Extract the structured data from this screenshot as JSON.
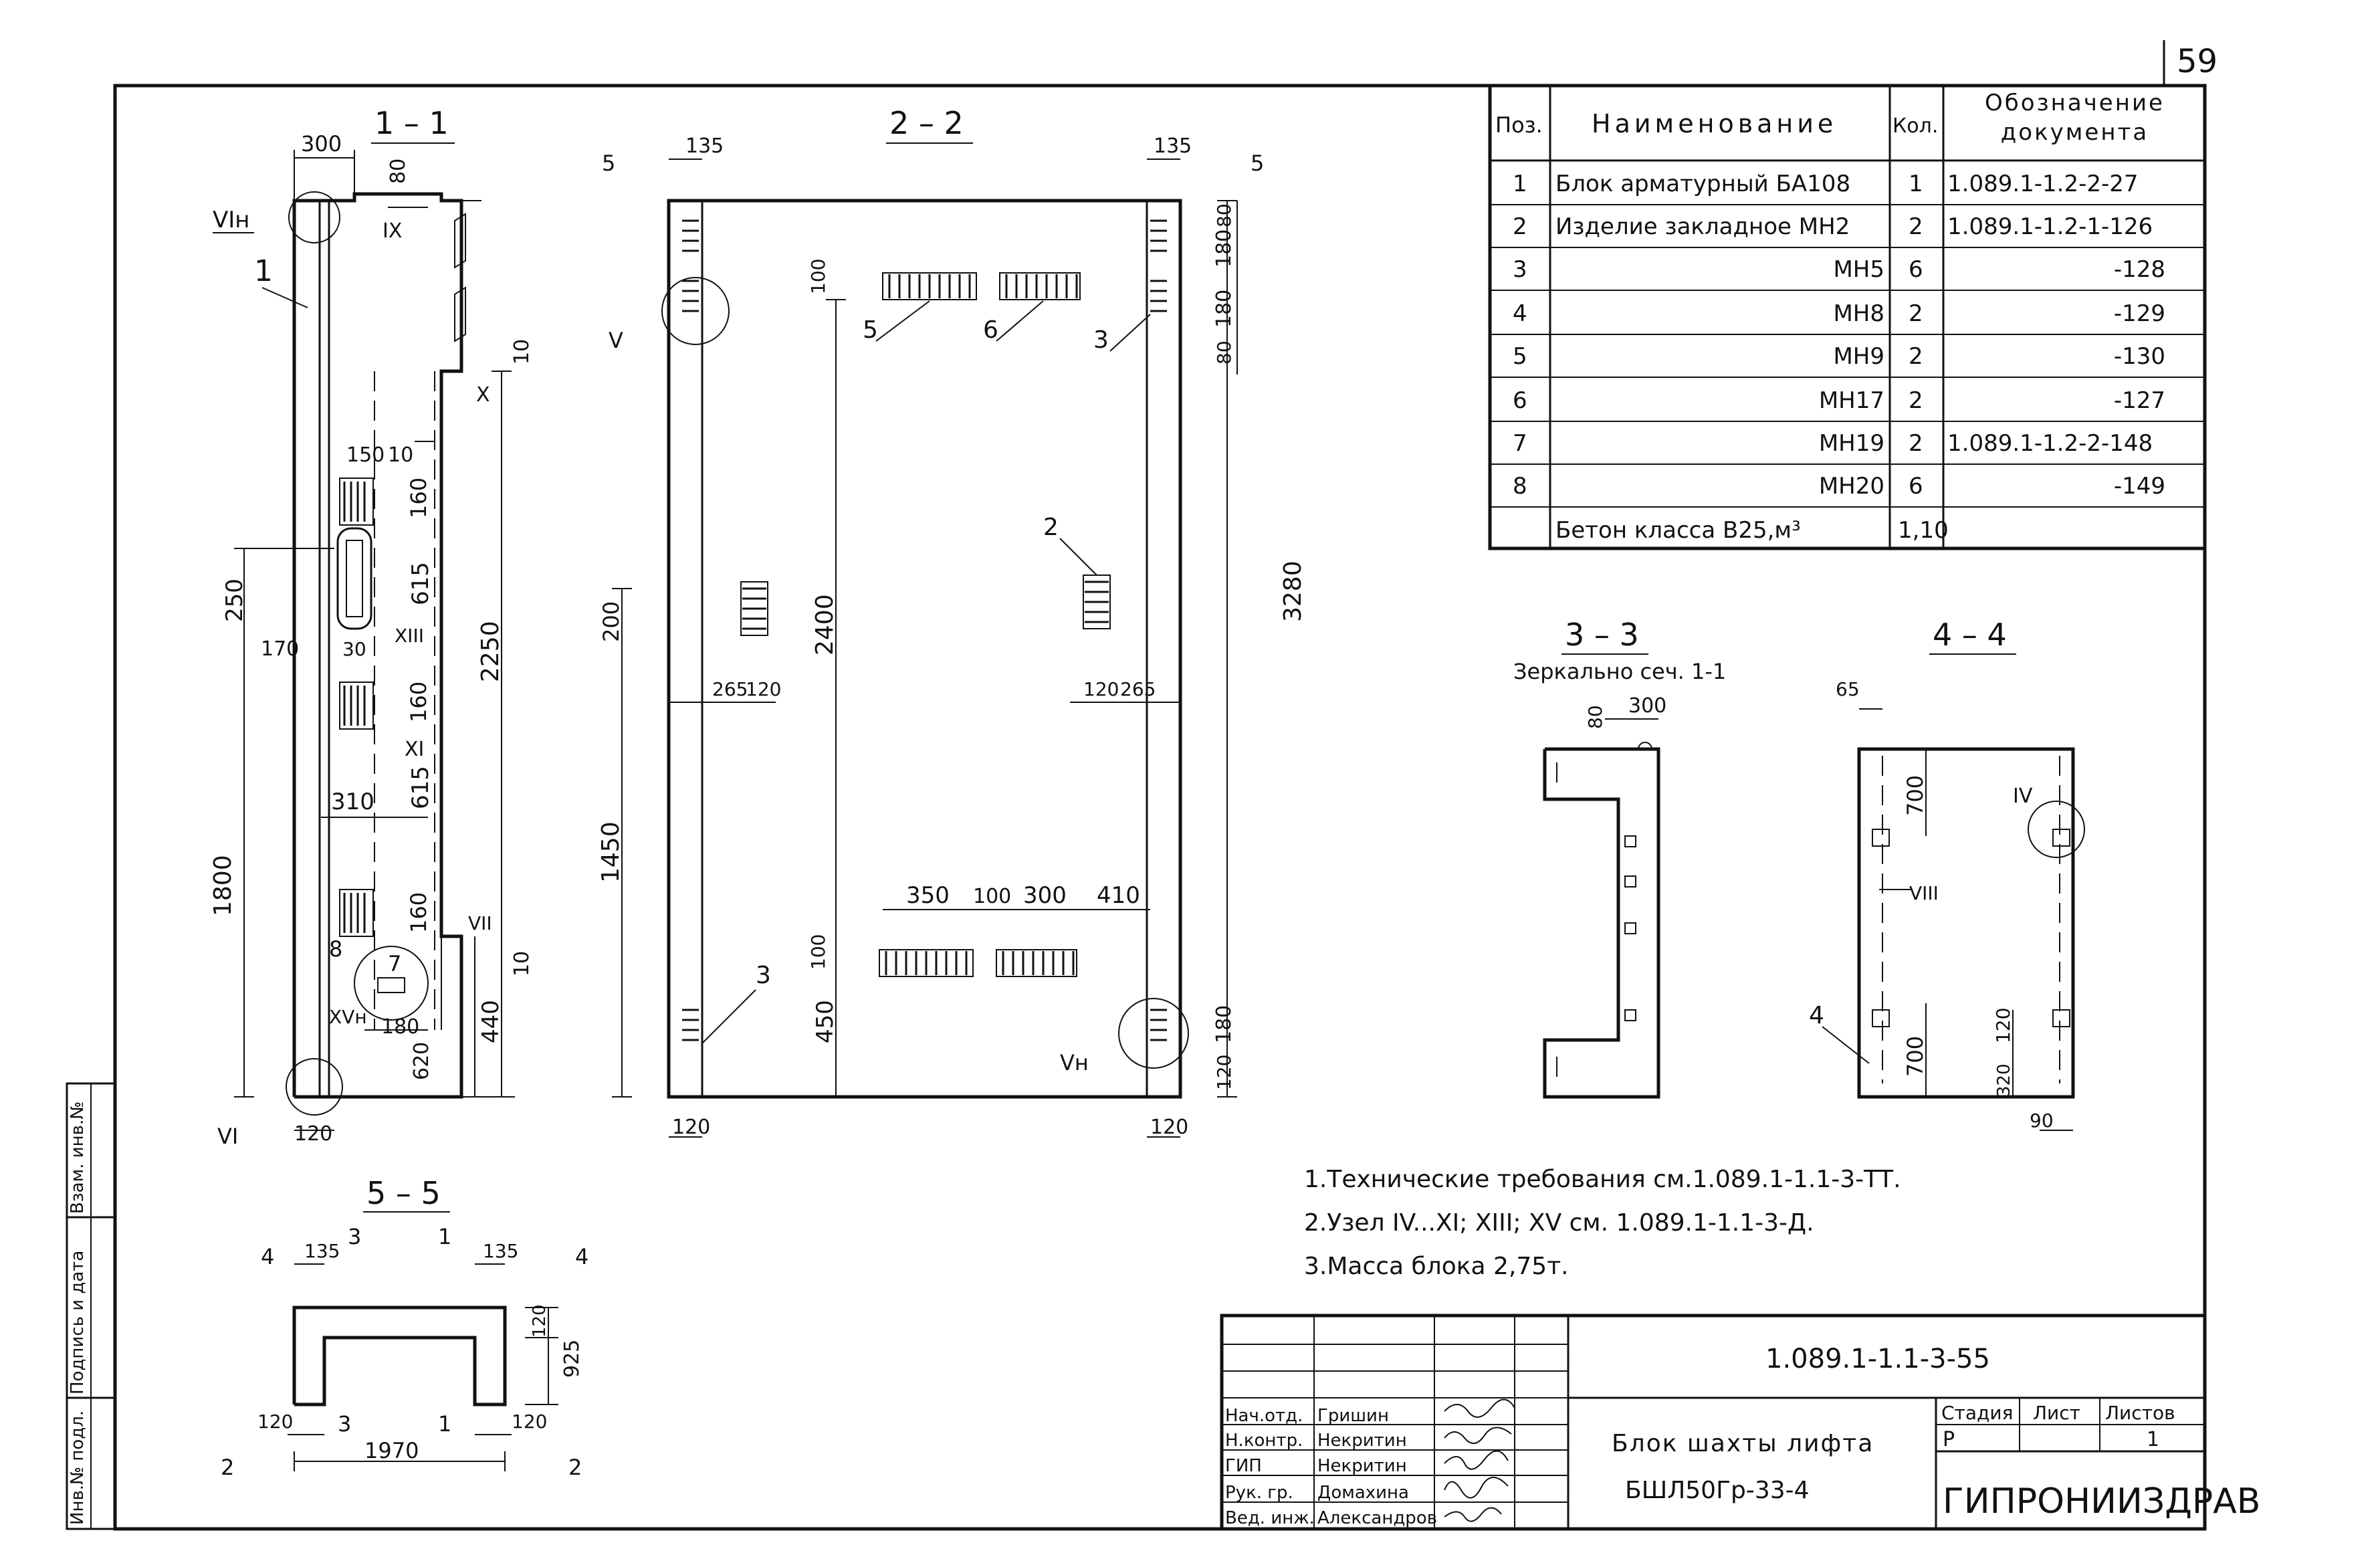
{
  "sheet_number": "59",
  "spec_table": {
    "headers": {
      "pos": "Поз.",
      "name": "Наименование",
      "qty": "Кол.",
      "doc": "Обозначение документа"
    },
    "rows": [
      {
        "pos": "1",
        "name": "Блок арматурный БА108",
        "qty": "1",
        "doc": "1.089.1-1.2-2-27"
      },
      {
        "pos": "2",
        "name": "Изделие закладное МН2",
        "qty": "2",
        "doc": "1.089.1-1.2-1-126"
      },
      {
        "pos": "3",
        "name": "МН5",
        "qty": "6",
        "doc": "-128"
      },
      {
        "pos": "4",
        "name": "МН8",
        "qty": "2",
        "doc": "-129"
      },
      {
        "pos": "5",
        "name": "МН9",
        "qty": "2",
        "doc": "-130"
      },
      {
        "pos": "6",
        "name": "МН17",
        "qty": "2",
        "doc": "-127"
      },
      {
        "pos": "7",
        "name": "МН19",
        "qty": "2",
        "doc": "1.089.1-1.2-2-148"
      },
      {
        "pos": "8",
        "name": "МН20",
        "qty": "6",
        "doc": "-149"
      },
      {
        "pos": "",
        "name": "Бетон класса В25,м³",
        "qty": "1,10",
        "doc": ""
      }
    ]
  },
  "section_titles": {
    "s11": "1 – 1",
    "s22": "2 – 2",
    "s33": "3 – 3",
    "s33_sub": "Зеркально сеч. 1-1",
    "s44": "4 – 4",
    "s55": "5 – 5"
  },
  "dims": {
    "d300": "300",
    "d80": "80",
    "d10": "10",
    "d150": "150",
    "d160": "160",
    "d615": "615",
    "d250": "250",
    "d170": "170",
    "d30": "30",
    "d2250": "2250",
    "d310": "310",
    "d1800": "1800",
    "d180": "180",
    "d620": "620",
    "d440": "440",
    "d120": "120",
    "d135": "135",
    "d100": "100",
    "d200": "200",
    "d2400": "2400",
    "d265": "265",
    "d1450": "1450",
    "d350": "350",
    "d410": "410",
    "d450": "450",
    "d3280": "3280",
    "d65": "65",
    "d700": "700",
    "d320": "320",
    "d90": "90",
    "d925": "925",
    "d1970": "1970"
  },
  "callouts": {
    "c1": "1",
    "c2": "2",
    "c3": "3",
    "c4": "4",
    "c5": "5",
    "c6": "6",
    "c7": "7",
    "c8": "8",
    "VIn": "VIн",
    "IX": "IX",
    "X": "X",
    "XIII": "XIII",
    "XI": "XI",
    "VII": "VII",
    "XVn": "XVн",
    "VI": "VI",
    "V": "V",
    "Vn": "Vн",
    "IV": "IV",
    "VIII": "VIII",
    "cut5": "5"
  },
  "notes": [
    "1.Технические требования см.1.089.1-1.1-3-ТТ.",
    "2.Узел IV...XI; XIII; XV см. 1.089.1-1.1-3-Д.",
    "3.Масса блока 2,75т."
  ],
  "title_block": {
    "doc_code": "1.089.1-1.1-3-55",
    "title_line1": "Блок шахты лифта",
    "title_line2": "БШЛ50Гр-33-4",
    "org": "ГИПРОНИИЗДРАВ",
    "stage_label": "Стадия",
    "sheet_label": "Лист",
    "sheets_label": "Листов",
    "stage_value": "Р",
    "sheets_value": "1",
    "signatures": [
      {
        "role": "Нач.отд.",
        "name": "Гришин"
      },
      {
        "role": "Н.контр.",
        "name": "Некритин"
      },
      {
        "role": "ГИП",
        "name": "Некритин"
      },
      {
        "role": "Рук. гр.",
        "name": "Домахина"
      },
      {
        "role": "Вед. инж.",
        "name": "Александров"
      }
    ]
  },
  "side_stamp": [
    "Инв.№ подл.",
    "Подпись и дата",
    "Взам. инв.№"
  ]
}
